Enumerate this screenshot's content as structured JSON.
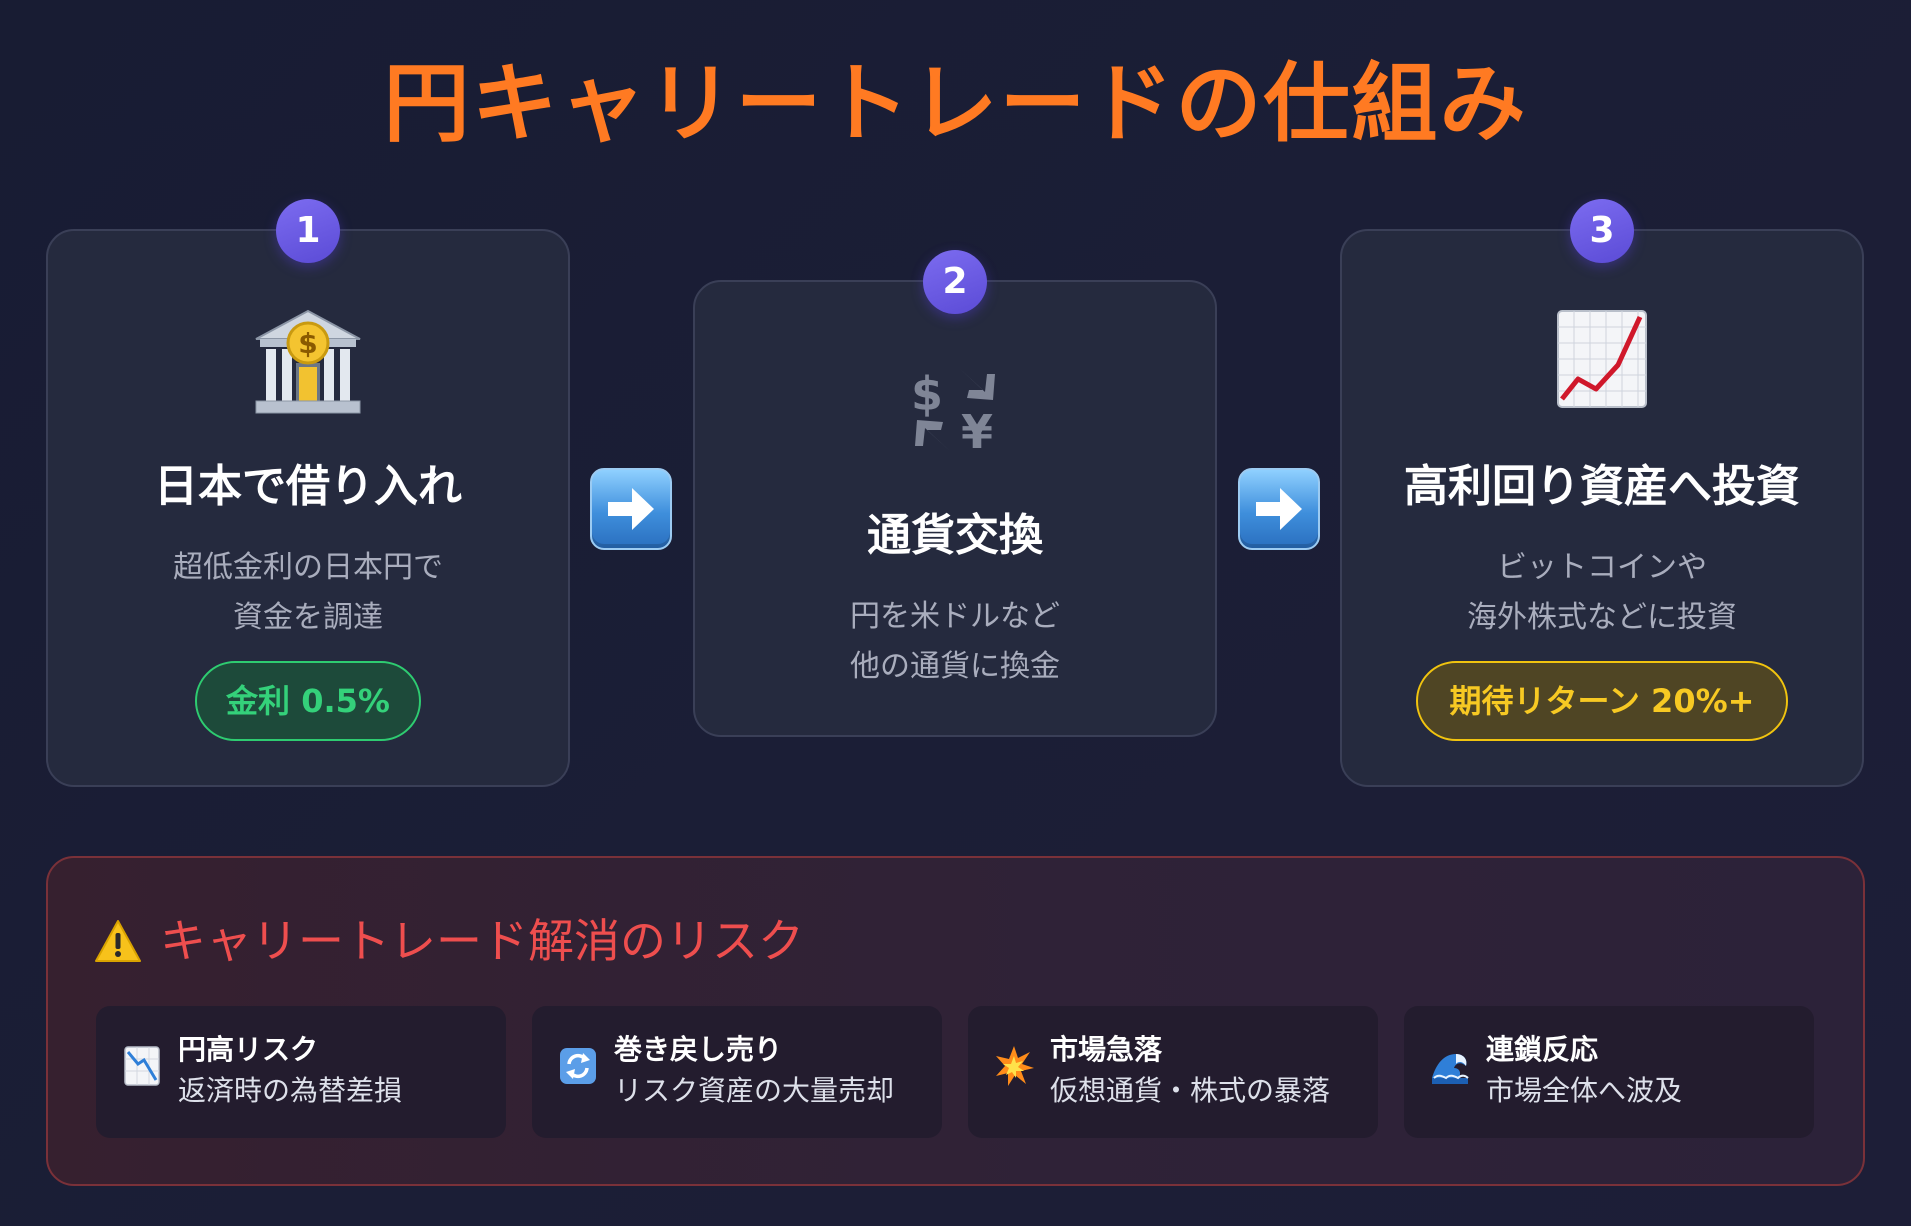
{
  "title": "円キャリートレードの仕組み",
  "steps": [
    {
      "number": "1",
      "icon": "bank-icon",
      "title": "日本で借り入れ",
      "desc_lines": [
        "超低金利の日本円で",
        "資金を調達"
      ],
      "badge": "金利 0.5%",
      "badge_color": "#2ecc71"
    },
    {
      "number": "2",
      "icon": "currency-exchange-icon",
      "title": "通貨交換",
      "desc_lines": [
        "円を米ドルなど",
        "他の通貨に換金"
      ]
    },
    {
      "number": "3",
      "icon": "chart-increasing-icon",
      "title": "高利回り資産へ投資",
      "desc_lines": [
        "ビットコインや",
        "海外株式などに投資"
      ],
      "badge": "期待リターン 20%+",
      "badge_color": "#f1c40f"
    }
  ],
  "arrows": [
    "right-arrow-icon",
    "right-arrow-icon"
  ],
  "risk": {
    "icon": "warning-icon",
    "title": "キャリートレード解消のリスク",
    "title_color": "#ee4e4e",
    "items": [
      {
        "icon": "chart-decreasing-icon",
        "title": "円高リスク",
        "desc": "返済時の為替差損"
      },
      {
        "icon": "refresh-arrows-icon",
        "title": "巻き戻し売り",
        "desc": "リスク資産の大量売却"
      },
      {
        "icon": "collision-icon",
        "title": "市場急落",
        "desc": "仮想通貨・株式の暴落"
      },
      {
        "icon": "water-wave-icon",
        "title": "連鎖反応",
        "desc": "市場全体へ波及"
      }
    ]
  },
  "colors": {
    "title": "#ff7a22",
    "badge_purple": "#6a5ae0",
    "background": "#1b1e36"
  }
}
